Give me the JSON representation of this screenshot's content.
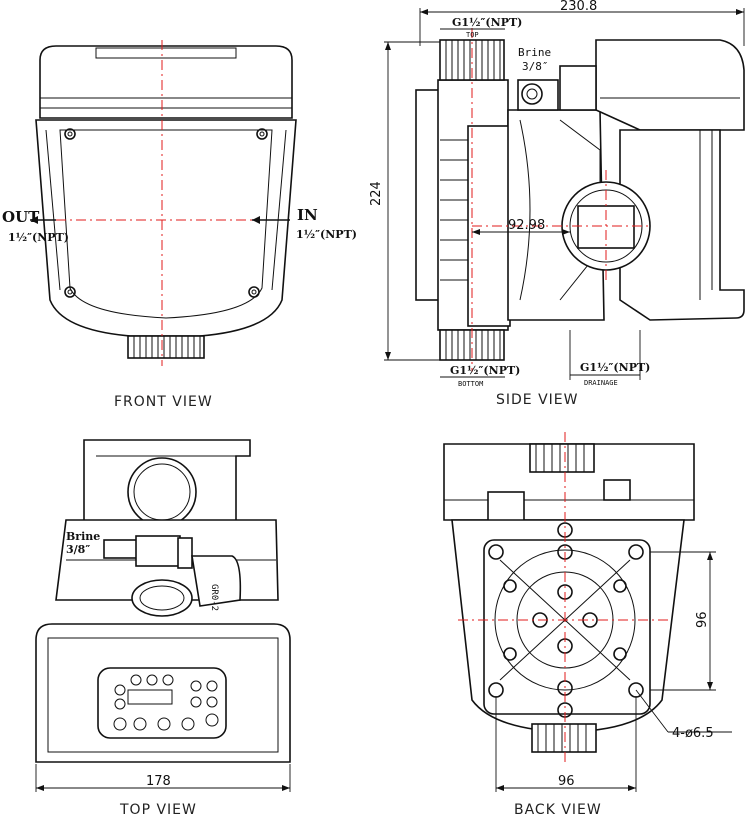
{
  "front_view": {
    "title": "FRONT VIEW",
    "out_label": "OUT",
    "out_size": "1½″(NPT)",
    "in_label": "IN",
    "in_size": "1½″(NPT)"
  },
  "side_view": {
    "title": "SIDE VIEW",
    "overall_width": "230.8",
    "height": "224",
    "offset": "92.98",
    "top_port": "G1½″(NPT)",
    "top_port_note": "TOP",
    "brine_label": "Brine",
    "brine_size": "3/8″",
    "bottom_port": "G1½″(NPT)",
    "bottom_port_note": "BOTTOM",
    "drain_port": "G1½″(NPT)",
    "drain_port_note": "DRAINAGE"
  },
  "top_view": {
    "title": "TOP VIEW",
    "width": "178",
    "brine_label": "Brine",
    "brine_size": "3/8″",
    "fitting_mark": "GR0-2"
  },
  "back_view": {
    "title": "BACK VIEW",
    "hole_spacing_h": "96",
    "hole_spacing_v": "96",
    "holes_note": "4-ø6.5"
  },
  "colors": {
    "outline": "#111111",
    "centerline": "#e21b1b"
  }
}
